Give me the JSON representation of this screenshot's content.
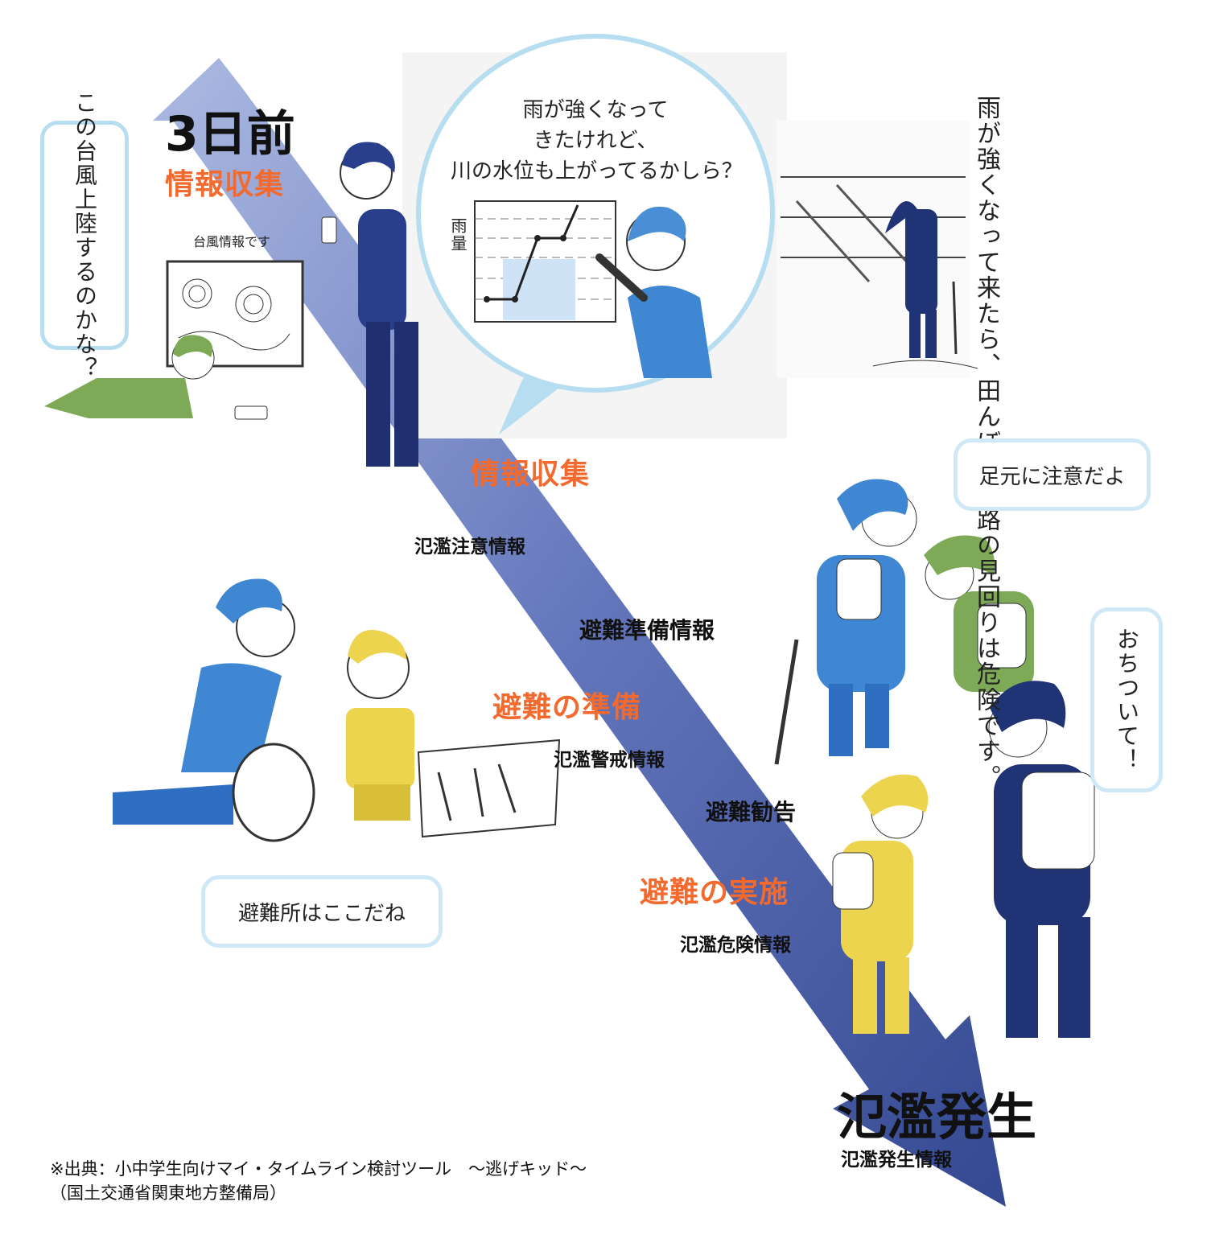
{
  "timeline": {
    "start_label": "3日前",
    "end_label": "氾濫発生",
    "stage_collect_1": "情報収集",
    "stage_collect_2": "情報収集",
    "stage_prepare": "避難の準備",
    "stage_execute": "避難の実施",
    "info_caution": "氾濫注意情報",
    "info_prepare": "避難準備情報",
    "info_warning": "氾濫警戒情報",
    "info_advisory": "避難勧告",
    "info_danger": "氾濫危険情報",
    "info_occurred": "氾濫発生情報"
  },
  "bubbles": {
    "typhoon_question": "この台風上陸するのかな？",
    "tv_caption": "台風情報です",
    "rain_rising": [
      "雨が強くなって",
      "きたけれど、",
      "川の水位も上がってるかしら？"
    ],
    "graph_axis": "雨量",
    "patrol_warning": "雨が強くなって来たら、田んぼや水路の見回りは危険です。",
    "watch_step": "足元に注意だよ",
    "calm_down": "おちついて！",
    "shelter_here": "避難所はここだね"
  },
  "source_note": [
    "※出典：小中学生向けマイ・タイムライン検討ツール　～逃げキッド～",
    "（国土交通省関東地方整備局）"
  ],
  "colors": {
    "arrow_dark": "#2a3f8c",
    "arrow_light": "#9fb0dc",
    "stage_orange": "#f26a2e",
    "bubble_border": "#b7ddf0",
    "blue_figure": "#2f6fc2",
    "navy_figure": "#1f3375",
    "green_figure": "#7ea957",
    "yellow_figure": "#ecd44e"
  }
}
